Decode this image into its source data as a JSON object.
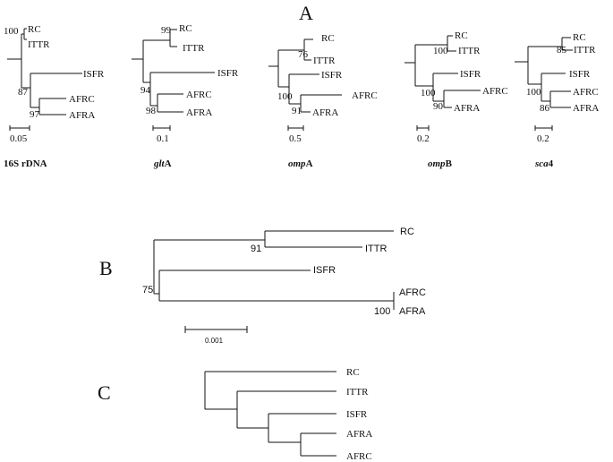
{
  "panels": {
    "a": {
      "label": "A",
      "trees": [
        {
          "gene_bold": "16S rDNA",
          "gene_bold_italic": "",
          "scale": "0.05",
          "leaves": [
            "RC",
            "ITTR",
            "ISFR",
            "AFRC",
            "AFRA"
          ],
          "bootstraps": [
            "100",
            "87",
            "97"
          ]
        },
        {
          "gene_bold": "A",
          "gene_bold_italic": "glt",
          "scale": "0.1",
          "leaves": [
            "RC",
            "ITTR",
            "ISFR",
            "AFRC",
            "AFRA"
          ],
          "bootstraps": [
            "99",
            "94",
            "98"
          ]
        },
        {
          "gene_bold": "A",
          "gene_bold_italic": "omp",
          "scale": "0.5",
          "leaves": [
            "RC",
            "ITTR",
            "ISFR",
            "AFRC",
            "AFRA"
          ],
          "bootstraps": [
            "76",
            "100",
            "91"
          ]
        },
        {
          "gene_bold": "B",
          "gene_bold_italic": "omp",
          "scale": "0.2",
          "leaves": [
            "RC",
            "ITTR",
            "ISFR",
            "AFRC",
            "AFRA"
          ],
          "bootstraps": [
            "100",
            "100",
            "90"
          ]
        },
        {
          "gene_bold": "4",
          "gene_bold_italic": "sca",
          "scale": "0.2",
          "leaves": [
            "RC",
            "ITTR",
            "ISFR",
            "AFRC",
            "AFRA"
          ],
          "bootstraps": [
            "85",
            "100",
            "86"
          ]
        }
      ]
    },
    "b": {
      "label": "B",
      "leaves": [
        "RC",
        "ITTR",
        "ISFR",
        "AFRC",
        "AFRA"
      ],
      "bootstraps": [
        "91",
        "75",
        "100"
      ],
      "scale": "0.001"
    },
    "c": {
      "label": "C",
      "leaves": [
        "RC",
        "ITTR",
        "ISFR",
        "AFRA",
        "AFRC"
      ]
    }
  }
}
